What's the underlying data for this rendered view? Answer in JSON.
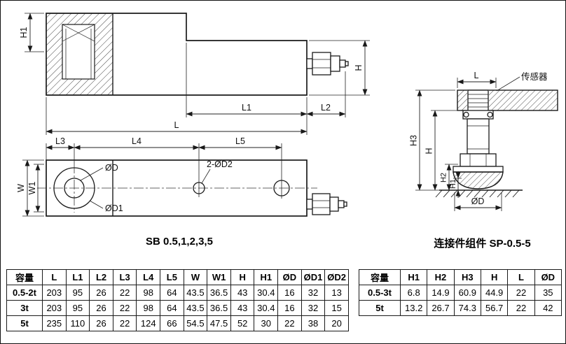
{
  "page": {
    "background": "#ffffff",
    "line_color": "#1a1a1a"
  },
  "sb": {
    "caption": "SB 0.5,1,2,3,5",
    "dims": {
      "H1": "H1",
      "H": "H",
      "L1": "L1",
      "L2": "L2",
      "L": "L",
      "L3": "L3",
      "L4": "L4",
      "L5": "L5",
      "W": "W",
      "W1": "W1",
      "OD": "ØD",
      "OD1": "ØD1",
      "OD2": "2-ØD2"
    }
  },
  "sp": {
    "caption": "连接件组件 SP-0.5-5",
    "sensor_label": "传感器",
    "dims": {
      "L": "L",
      "H3": "H3",
      "H": "H",
      "H2": "H2",
      "H1": "H1",
      "OD": "ØD"
    }
  },
  "left_table": {
    "headers": [
      "容量",
      "L",
      "L1",
      "L2",
      "L3",
      "L4",
      "L5",
      "W",
      "W1",
      "H",
      "H1",
      "ØD",
      "ØD1",
      "ØD2"
    ],
    "rows": [
      [
        "0.5-2t",
        "203",
        "95",
        "26",
        "22",
        "98",
        "64",
        "43.5",
        "36.5",
        "43",
        "30.4",
        "16",
        "32",
        "13"
      ],
      [
        "3t",
        "203",
        "95",
        "26",
        "22",
        "98",
        "64",
        "43.5",
        "36.5",
        "43",
        "30.4",
        "16",
        "32",
        "15"
      ],
      [
        "5t",
        "235",
        "110",
        "26",
        "22",
        "124",
        "66",
        "54.5",
        "47.5",
        "52",
        "30",
        "22",
        "38",
        "20"
      ]
    ]
  },
  "right_table": {
    "headers": [
      "容量",
      "H1",
      "H2",
      "H3",
      "H",
      "L",
      "ØD"
    ],
    "rows": [
      [
        "0.5-3t",
        "6.8",
        "14.9",
        "60.9",
        "44.9",
        "22",
        "35"
      ],
      [
        "5t",
        "13.2",
        "26.7",
        "74.3",
        "56.7",
        "22",
        "42"
      ]
    ]
  }
}
